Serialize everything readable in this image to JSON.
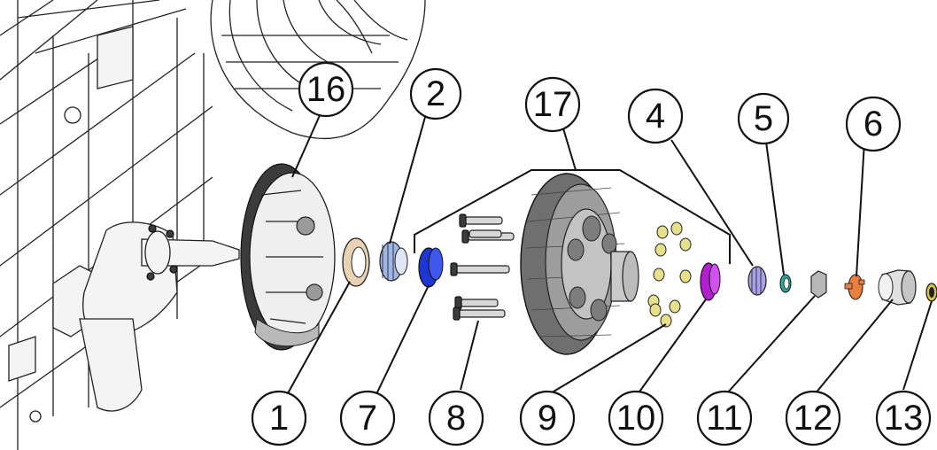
{
  "callouts": [
    {
      "id": "c16",
      "label": "16"
    },
    {
      "id": "c2",
      "label": "2"
    },
    {
      "id": "c17",
      "label": "17"
    },
    {
      "id": "c4",
      "label": "4"
    },
    {
      "id": "c5",
      "label": "5"
    },
    {
      "id": "c6",
      "label": "6"
    },
    {
      "id": "c1",
      "label": "1"
    },
    {
      "id": "c7",
      "label": "7"
    },
    {
      "id": "c8",
      "label": "8"
    },
    {
      "id": "c9",
      "label": "9"
    },
    {
      "id": "c10",
      "label": "10"
    },
    {
      "id": "c11",
      "label": "11"
    },
    {
      "id": "c12",
      "label": "12"
    },
    {
      "id": "c13",
      "label": "13"
    }
  ],
  "colors": {
    "bearing_seal_washer": "#e9d2b4",
    "inner_bearing": "#9fb7e8",
    "inner_race": "#1e35d6",
    "outer_race": "#b21fd0",
    "outer_bearing": "#a8a0e8",
    "washer": "#2aa89a",
    "cotter_pin": "#e87f3e",
    "lug_nuts": "#e6e08a",
    "cap_gasket": "#d6c34a",
    "drum": "#6f6f6f",
    "backing_plate": "#2f2f2f"
  }
}
